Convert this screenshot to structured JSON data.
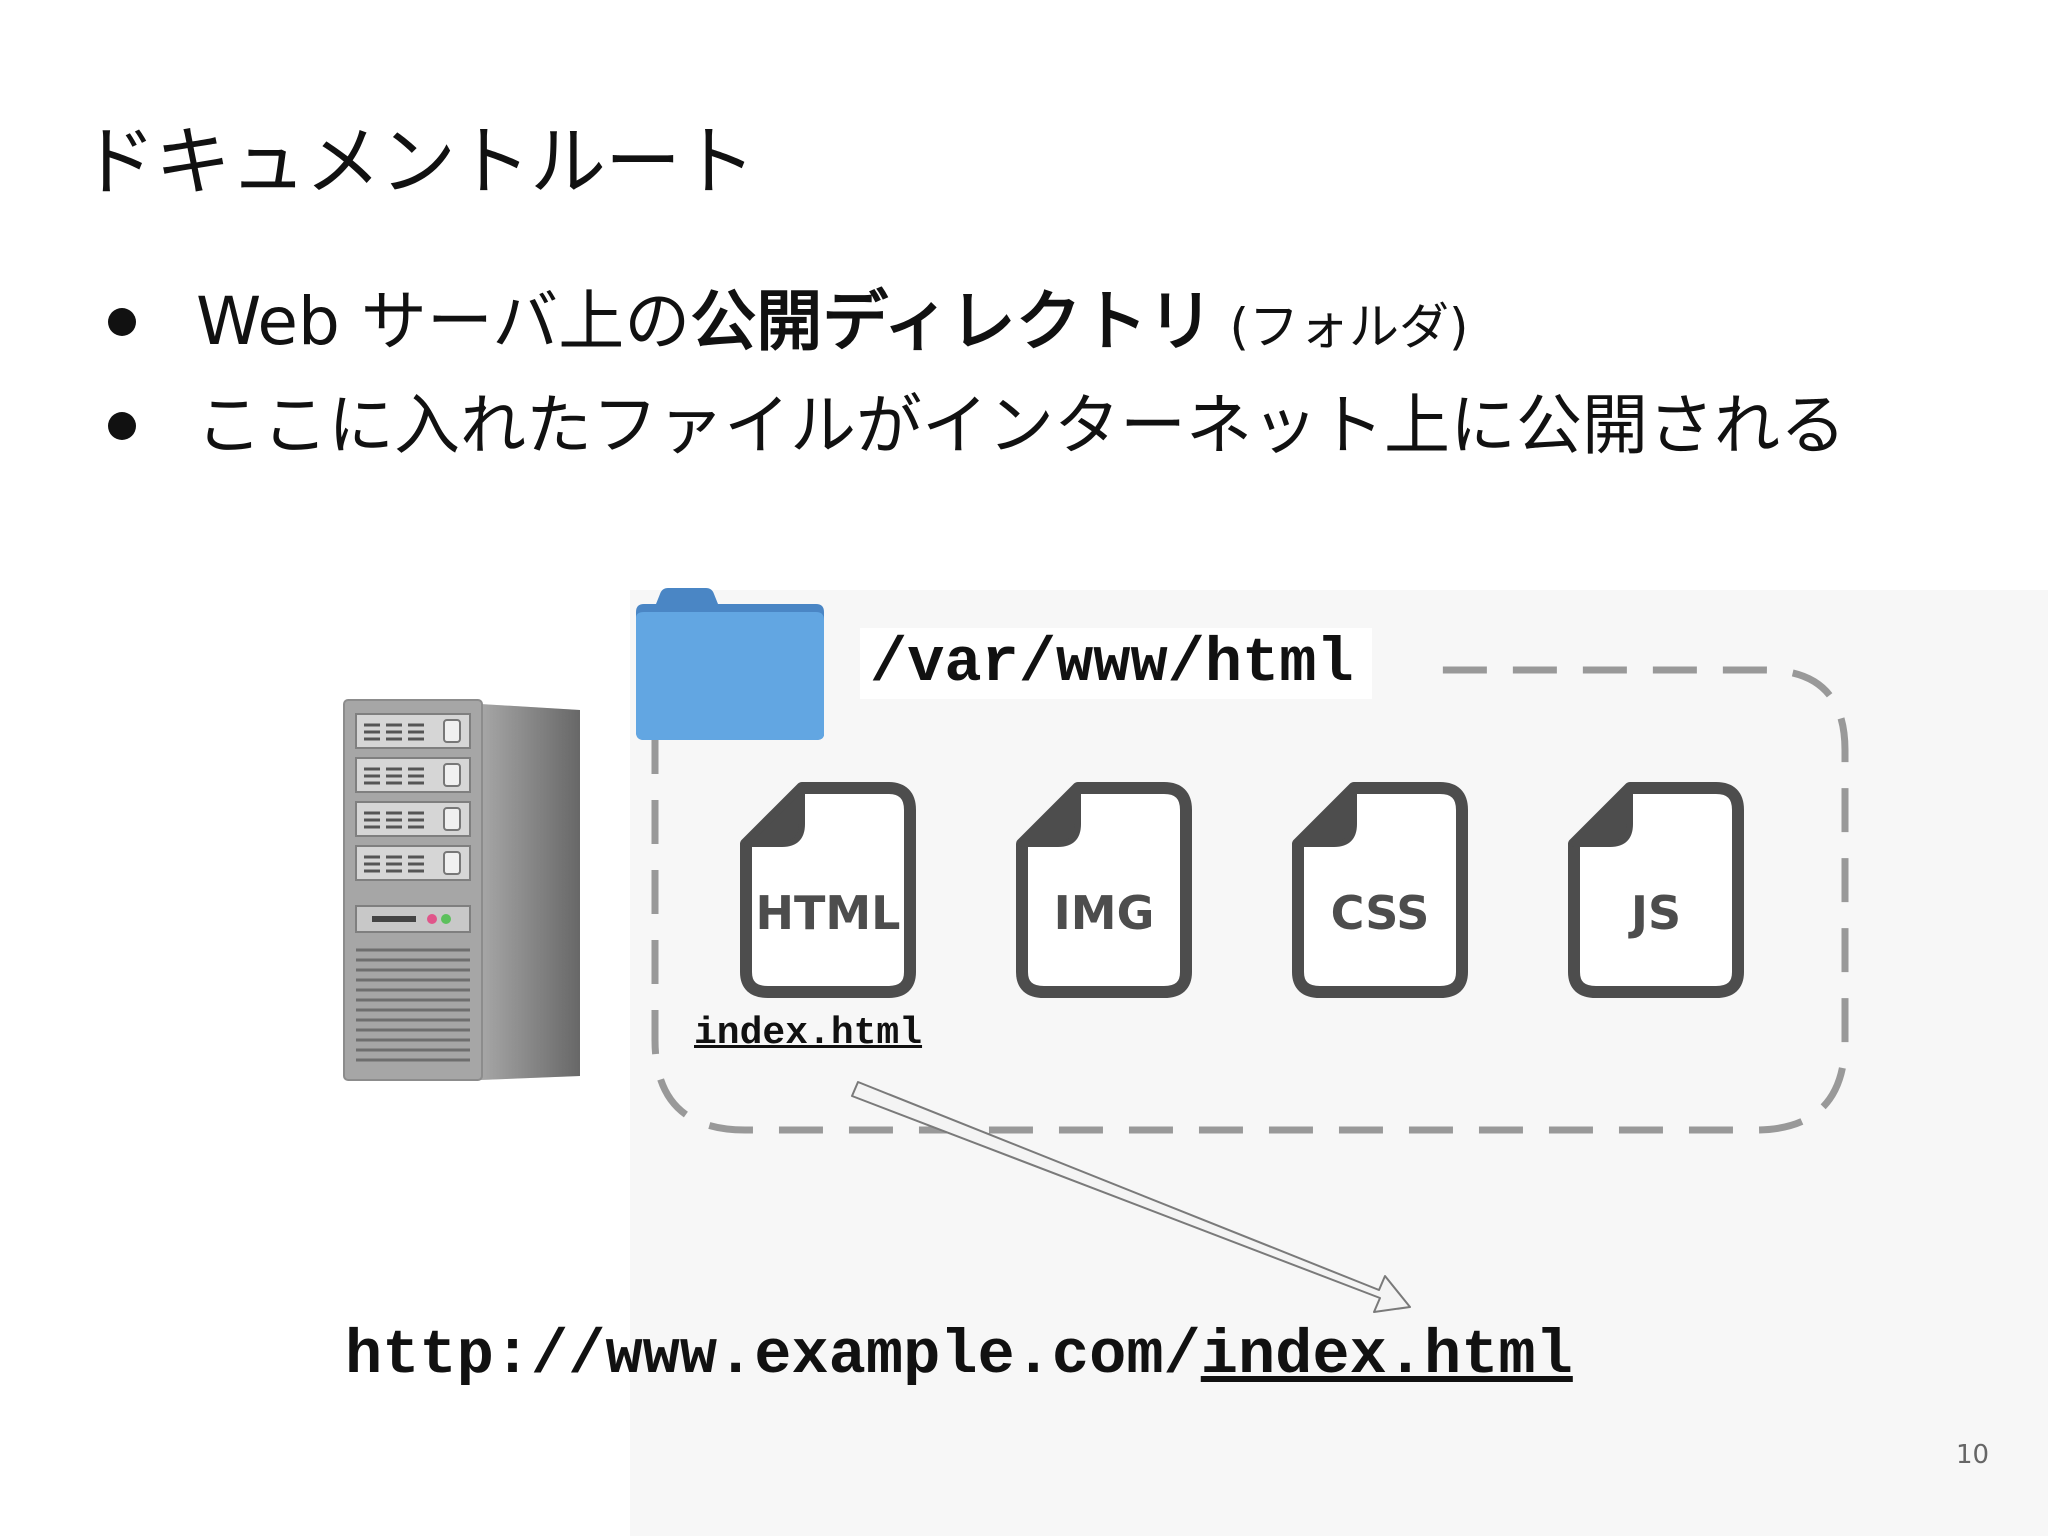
{
  "slide": {
    "title": "ドキュメントルート",
    "bullets": [
      {
        "plain": "Web サーバ上の",
        "bold": "公開ディレクトリ",
        "small": " (フォルダ)"
      },
      {
        "plain": "ここに入れたファイルがインターネット上に公開される",
        "bold": "",
        "small": ""
      }
    ],
    "page_number": "10"
  },
  "diagram": {
    "directory_path": "/var/www/html",
    "files": [
      {
        "label": "HTML",
        "icon": "html-file-icon"
      },
      {
        "label": "IMG",
        "icon": "img-file-icon"
      },
      {
        "label": "CSS",
        "icon": "css-file-icon"
      },
      {
        "label": "JS",
        "icon": "js-file-icon"
      }
    ],
    "highlighted_file": "index.html",
    "url_prefix": "http://www.example.com/",
    "url_file": "index.html",
    "colors": {
      "folder": "#5b9bd5",
      "file_outline": "#4d4d4d",
      "dashed_border": "#999999"
    }
  }
}
